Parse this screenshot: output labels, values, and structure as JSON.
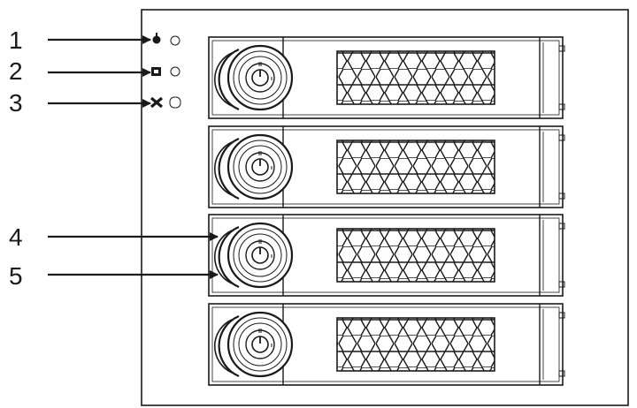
{
  "callouts": [
    {
      "label": "1"
    },
    {
      "label": "2"
    },
    {
      "label": "3"
    },
    {
      "label": "4"
    },
    {
      "label": "5"
    }
  ],
  "indicators": [
    {
      "icon": "power-icon"
    },
    {
      "icon": "activity-icon"
    },
    {
      "icon": "fault-icon"
    }
  ],
  "bays": [
    {
      "name": "drive-bay-1"
    },
    {
      "name": "drive-bay-2"
    },
    {
      "name": "drive-bay-3"
    },
    {
      "name": "drive-bay-4"
    }
  ],
  "colors": {
    "line": "#1a1a1a",
    "background": "#ffffff"
  }
}
